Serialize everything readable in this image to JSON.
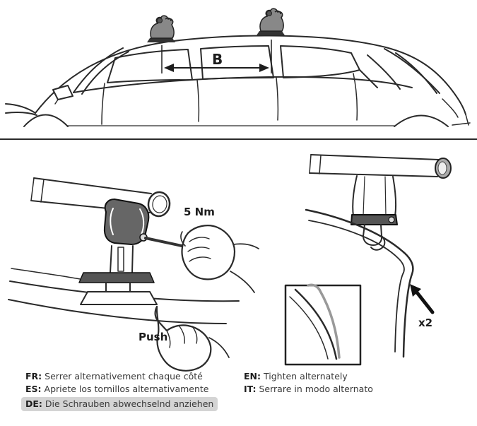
{
  "top_view": {
    "dimension_label": "B"
  },
  "detail_left": {
    "torque_label": "5 Nm",
    "push_label": "Push"
  },
  "detail_right": {
    "quantity_label": "x2"
  },
  "instructions": {
    "left": [
      {
        "lang": "FR:",
        "text": "Serrer alternativement chaque côté"
      },
      {
        "lang": "ES:",
        "text": "Apriete los tornillos alternativamente"
      },
      {
        "lang": "DE:",
        "text": "Die Schrauben abwechselnd anziehen"
      }
    ],
    "right": [
      {
        "lang": "EN:",
        "text": "Tighten alternately"
      },
      {
        "lang": "IT:",
        "text": "Serrare in modo alternato"
      }
    ]
  }
}
